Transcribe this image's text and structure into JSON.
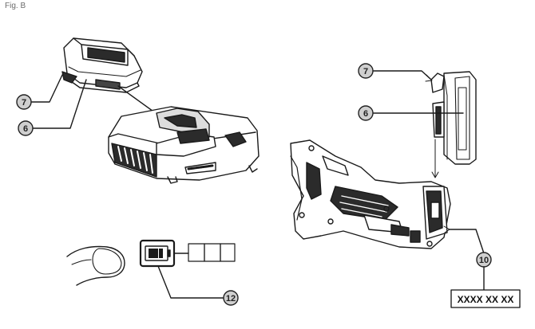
{
  "figure": {
    "label": "Fig. B"
  },
  "callouts": {
    "battery_left_latch": "7",
    "battery_left_body": "6",
    "battery_right_latch": "7",
    "battery_right_body": "6",
    "serial_plate": "10",
    "charge_indicator": "12"
  },
  "serial": {
    "text": "XXXX XX XX"
  },
  "colors": {
    "line": "#1a1a1a",
    "callout_fill": "#cfcfcf",
    "dark": "#2b2b2b"
  }
}
